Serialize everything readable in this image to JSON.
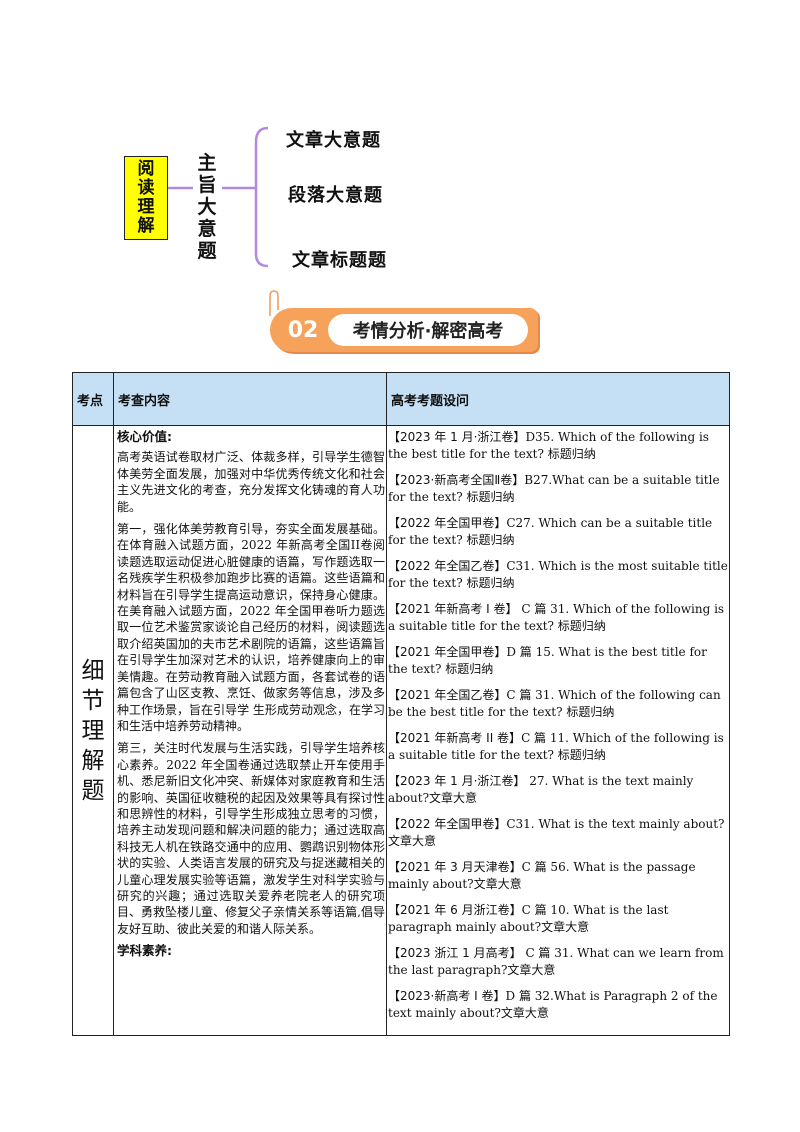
{
  "mindmap": {
    "root": [
      "阅",
      "读",
      "理",
      "解"
    ],
    "topic": [
      "主",
      "旨",
      "大",
      "意",
      "题"
    ],
    "branches": [
      "文章大意题",
      "段落大意题",
      "文章标题题"
    ],
    "line_color": "#b388e0"
  },
  "banner": {
    "number": "02",
    "label": "考情分析·解密高考",
    "color": "#f6a25a"
  },
  "table": {
    "headers": {
      "col1": "考点",
      "col2": "考查内容",
      "col3": "高考考题设问"
    },
    "header_bg": "#c5e0f5",
    "category": [
      "细",
      "节",
      "理",
      "解",
      "题"
    ],
    "content": {
      "heading1": "核心价值:",
      "paragraphs": [
        "高考英语试卷取材广泛、体裁多样，引导学生德智体美劳全面发展，加强对中华优秀传统文化和社会主义先进文化的考查，充分发挥文化铸魂的育人功能。",
        "第一，强化体美劳教育引导，夯实全面发展基础。在体育融入试题方面，2022 年新高考全国II卷阅读题选取运动促进心脏健康的语篇，写作题选取一名残疾学生积极参加跑步比赛的语篇。这些语篇和材料旨在引导学生提高运动意识，保持身心健康。在美育融入试题方面，2022 年全国甲卷听力题选取一位艺术鉴赏家谈论自己经历的材料，阅读题选取介绍英国加的夫市艺术剧院的语篇，这些语篇旨在引导学生加深对艺术的认识，培养健康向上的审美情趣。在劳动教育融入试题方面，各套试卷的语篇包含了山区支教、烹饪、做家务等信息，涉及多种工作场景，旨在引导学 生形成劳动观念，在学习和生活中培养劳动精神。",
        "第三，关注时代发展与生活实践，引导学生培养核心素养。2022 年全国卷通过选取禁止开车使用手机、悉尼新旧文化冲突、新媒体对家庭教育和生活的影响、英国征收糖税的起因及效果等具有探讨性和思辨性的材料，引导学生形成独立思考的习惯，培养主动发现问题和解决问题的能力；通过选取高科技无人机在铁路交通中的应用、鹦鹉识别物体形状的实验、人类语言发展的研究及与捉迷藏相关的儿童心理发展实验等语篇，激发学生对科学实验与研究的兴趣；通过选取关爱养老院老人的研究项目、勇救坠楼儿童、修复父子亲情关系等语篇,倡导友好互助、彼此关爱的和谐人际关系。"
      ],
      "heading2": "学科素养:"
    },
    "questions": [
      {
        "source": "【2023 年 1 月·浙江卷】",
        "text": "D35.   Which of the following is the best title for the text?    标题归纳"
      },
      {
        "source": "【2023·新高考全国Ⅱ卷】",
        "text": "B27.What can be a suitable title for the text?    标题归纳"
      },
      {
        "source": "【2022 年全国甲卷】",
        "text": "C27. Which can be a suitable title for the text?    标题归纳"
      },
      {
        "source": "【2022 年全国乙卷】",
        "text": "C31. Which is the most suitable title for the text?    标题归纳"
      },
      {
        "source": "【2021 年新高考 I 卷】",
        "text": " C 篇 31. Which of the following is a suitable title for the text?    标题归纳"
      },
      {
        "source": "【2021 年全国甲卷】",
        "text": "D 篇 15. What is the best title for the text?    标题归纳"
      },
      {
        "source": "【2021 年全国乙卷】",
        "text": "C 篇 31. Which of the following can be the best title for the text?    标题归纳"
      },
      {
        "source": "【2021 年新高考 II 卷】",
        "text": "C 篇 11. Which of the following is a suitable title for the text? 标题归纳"
      },
      {
        "source": "【2023 年 1 月·浙江卷】",
        "text": "  27.   What is the text mainly about?文章大意"
      },
      {
        "source": "【2022 年全国甲卷】",
        "text": "C31. What is the text mainly about? 文章大意"
      },
      {
        "source": "【2021 年 3 月天津卷】",
        "text": "C 篇 56.   What is the passage mainly about?文章大意"
      },
      {
        "source": "【2021 年 6 月浙江卷】",
        "text": "C 篇 10. What is the last paragraph mainly about?文章大意"
      },
      {
        "source": "【2023 浙江 1 月高考】",
        "text": "  C 篇 31.   What can we learn from the last paragraph?文章大意"
      },
      {
        "source": "【2023·新高考 I 卷】",
        "text": "D 篇 32.What is Paragraph 2 of the text mainly about?文章大意"
      }
    ]
  }
}
